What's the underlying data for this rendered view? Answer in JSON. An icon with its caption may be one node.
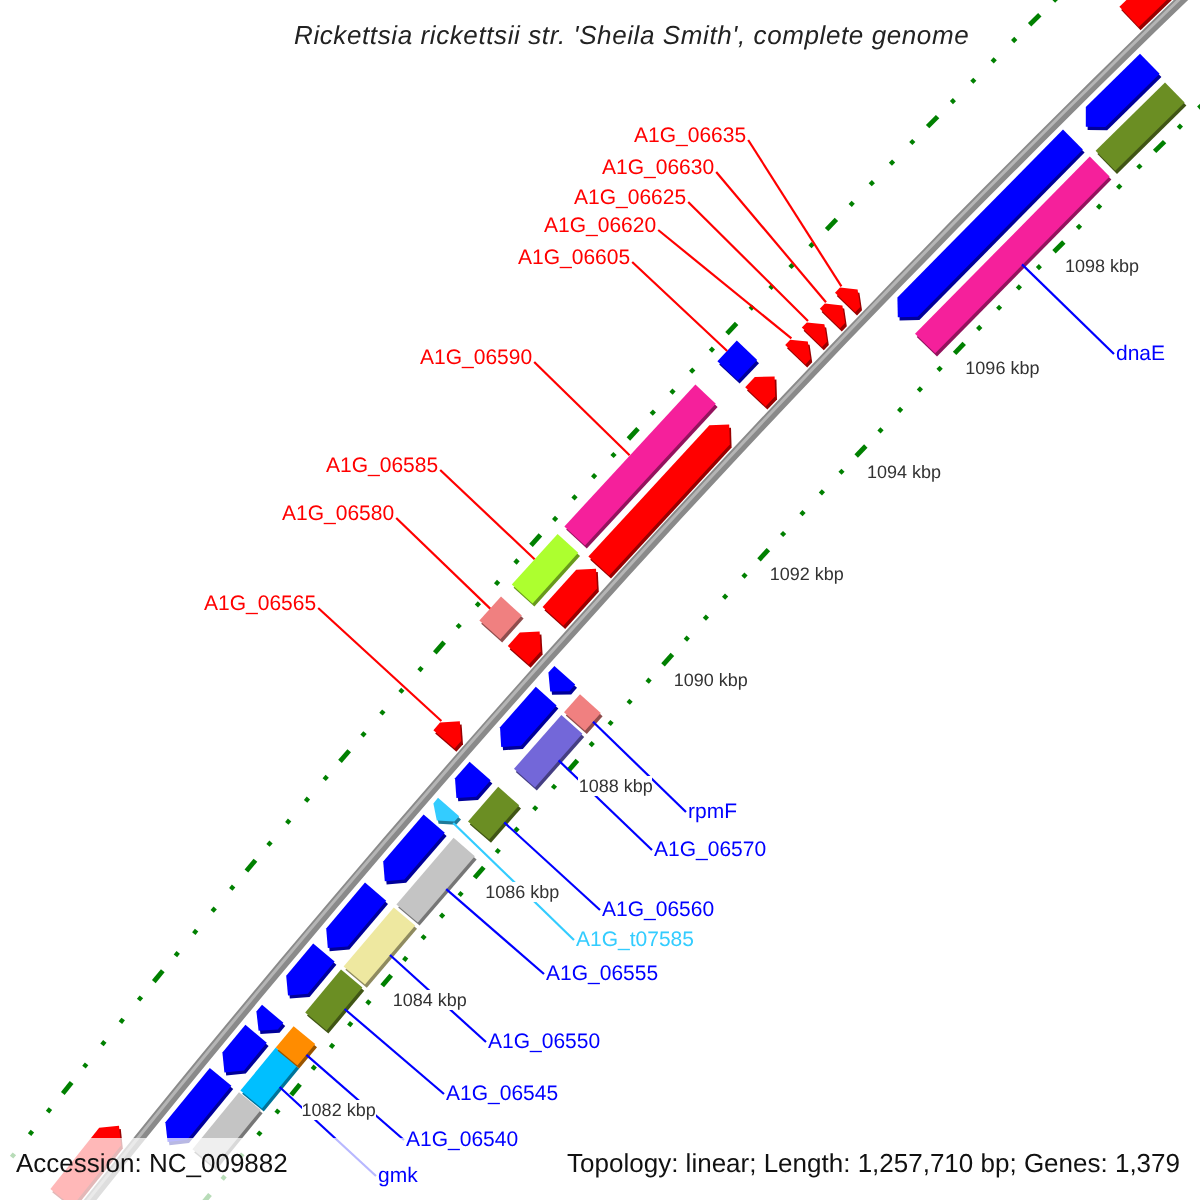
{
  "diagram": {
    "title": "Rickettsia rickettsii str. 'Sheila Smith', complete genome",
    "nodes": [
      {
        "text": [
          "A1G_06635"
        ]
      },
      {
        "text": [
          "A1G_06630"
        ]
      },
      {
        "text": [
          "A1G_06625"
        ]
      },
      {
        "text": [
          "A1G_06620"
        ]
      },
      {
        "text": [
          "A1G_06605"
        ]
      },
      {
        "text": [
          "A1G_06590"
        ]
      },
      {
        "text": [
          "A1G_06585"
        ]
      },
      {
        "text": [
          "A1G_06580"
        ]
      },
      {
        "text": [
          "A1G_06565"
        ]
      },
      {
        "text": [
          "dnaE"
        ]
      },
      {
        "text": [
          "rpmF"
        ]
      },
      {
        "text": [
          "A1G_06570"
        ]
      },
      {
        "text": [
          "A1G_06560"
        ]
      },
      {
        "text": [
          "A1G_t07585"
        ]
      },
      {
        "text": [
          "A1G_06555"
        ]
      },
      {
        "text": [
          "A1G_06550"
        ]
      },
      {
        "text": [
          "A1G_06545"
        ]
      },
      {
        "text": [
          "A1G_06540"
        ]
      },
      {
        "text": [
          "gmk"
        ]
      },
      {
        "text": [],
        "shape": "arrow"
      },
      {
        "text": [],
        "shape": "arrow"
      },
      {
        "text": [],
        "shape": "box"
      },
      {
        "text": [],
        "shape": "box"
      },
      {
        "text": [],
        "shape": "arrow"
      },
      {
        "text": [],
        "shape": "arrow"
      },
      {
        "text": [],
        "shape": "box"
      },
      {
        "text": [],
        "shape": "box"
      },
      {
        "text": [],
        "shape": "arrow"
      },
      {
        "text": [],
        "shape": "box"
      },
      {
        "text": [],
        "shape": "arrow"
      },
      {
        "text": [],
        "shape": "box"
      },
      {
        "text": [],
        "shape": "arrow"
      },
      {
        "text": [],
        "shape": "arrow"
      },
      {
        "text": [],
        "shape": "box"
      },
      {
        "text": [],
        "shape": "arrow"
      },
      {
        "text": [],
        "shape": "arrow"
      },
      {
        "text": [],
        "shape": "box"
      },
      {
        "text": [],
        "shape": "arrow"
      },
      {
        "text": [],
        "shape": "box"
      },
      {
        "text": [],
        "shape": "arrow"
      },
      {
        "text": [],
        "shape": "box"
      },
      {
        "text": [],
        "shape": "arrow"
      },
      {
        "text": [],
        "shape": "box"
      },
      {
        "text": [],
        "shape": "arrow"
      },
      {
        "text": [],
        "shape": "arrow"
      },
      {
        "text": [],
        "shape": "box"
      },
      {
        "text": [],
        "shape": "box"
      },
      {
        "text": [],
        "shape": "arrow"
      },
      {
        "text": [],
        "shape": "arrow"
      },
      {
        "text": [],
        "shape": "arrow"
      },
      {
        "text": [],
        "shape": "arrow"
      },
      {
        "text": [],
        "shape": "arrow"
      },
      {
        "text": [],
        "shape": "box"
      },
      {
        "text": [],
        "shape": "arrow"
      },
      {
        "text": [],
        "shape": "box"
      },
      {
        "text": [],
        "shape": "arrow"
      },
      {
        "text": [],
        "shape": "arrow"
      }
    ],
    "edges": [
      {
        "from": 0,
        "to": 51,
        "arrow": "none",
        "color": "#ff0000"
      },
      {
        "from": 1,
        "to": 50,
        "arrow": "none",
        "color": "#ff0000"
      },
      {
        "from": 2,
        "to": 49,
        "arrow": "none",
        "color": "#ff0000"
      },
      {
        "from": 3,
        "to": 48,
        "arrow": "none",
        "color": "#ff0000"
      },
      {
        "from": 4,
        "to": 46,
        "arrow": "none",
        "color": "#ff0000"
      },
      {
        "from": 5,
        "to": 45,
        "arrow": "none",
        "color": "#ff0000"
      },
      {
        "from": 6,
        "to": 42,
        "arrow": "none",
        "color": "#ff0000"
      },
      {
        "from": 7,
        "to": 40,
        "arrow": "none",
        "color": "#ff0000"
      },
      {
        "from": 8,
        "to": 35,
        "arrow": "none",
        "color": "#ff0000"
      },
      {
        "from": 9,
        "to": 52,
        "arrow": "none",
        "color": "#0000ff"
      },
      {
        "from": 10,
        "to": 38,
        "arrow": "none",
        "color": "#0000ff"
      },
      {
        "from": 11,
        "to": 36,
        "arrow": "none",
        "color": "#0000ff"
      },
      {
        "from": 12,
        "to": 33,
        "arrow": "none",
        "color": "#0000ff"
      },
      {
        "from": 13,
        "to": 32,
        "arrow": "none",
        "color": "#33ccff"
      },
      {
        "from": 14,
        "to": 30,
        "arrow": "none",
        "color": "#0000ff"
      },
      {
        "from": 15,
        "to": 28,
        "arrow": "none",
        "color": "#0000ff"
      },
      {
        "from": 16,
        "to": 26,
        "arrow": "none",
        "color": "#0000ff"
      },
      {
        "from": 17,
        "to": 25,
        "arrow": "none",
        "color": "#0000ff"
      },
      {
        "from": 18,
        "to": 22,
        "arrow": "none",
        "color": "#0000ff"
      }
    ],
    "labels": [
      "1098 kbp",
      "1096 kbp",
      "1094 kbp",
      "1092 kbp",
      "1090 kbp",
      "1088 kbp",
      "1086 kbp",
      "1084 kbp",
      "1082 kbp",
      "Accession: NC_009882",
      "Topology: linear; Length: 1,257,710 bp; Genes: 1,379"
    ]
  }
}
